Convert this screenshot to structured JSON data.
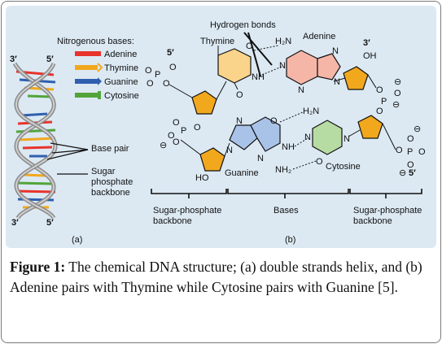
{
  "panel_a": {
    "legend_title": "Nitrogenous bases:",
    "legend": [
      {
        "name": "Adenine",
        "color": "#e8342c"
      },
      {
        "name": "Thymine",
        "color": "#f2a81d"
      },
      {
        "name": "Guanine",
        "color": "#2f5fae"
      },
      {
        "name": "Cytosine",
        "color": "#52a43a"
      }
    ],
    "label_base_pair": "Base pair",
    "label_backbone_1": "Sugar",
    "label_backbone_2": "phosphate",
    "label_backbone_3": "backbone",
    "end_top_left": "3′",
    "end_top_right": "5′",
    "end_bottom_left": "3′",
    "end_bottom_right": "5′",
    "sub": "(a)"
  },
  "panel_b": {
    "hydrogen_bonds": "Hydrogen bonds",
    "thymine": "Thymine",
    "adenine": "Adenine",
    "guanine": "Guanine",
    "cytosine": "Cytosine",
    "end_5_top": "5′",
    "end_3_top": "3′",
    "end_5_bottom": "5′",
    "h2n": "H₂N",
    "nh": "NH",
    "nh2": "NH₂",
    "oh": "OH",
    "ho": "HO",
    "o": "O",
    "n": "N",
    "p": "P",
    "minus": "⊖",
    "brace_left_1": "Sugar-phosphate",
    "brace_left_2": "backbone",
    "brace_mid": "Bases",
    "brace_right_1": "Sugar-phosphate",
    "brace_right_2": "backbone",
    "sub": "(b)"
  },
  "colors": {
    "panel_bg": "#dce9f3",
    "thymine_fill": "#f9d48a",
    "adenine_fill": "#f5b6a8",
    "guanine_fill": "#a9c3e8",
    "cytosine_fill": "#b6dca4",
    "sugar_fill": "#f2a81d"
  },
  "caption": {
    "label": "Figure 1:",
    "text": " The chemical DNA structure; (a) double strands helix, and (b) Adenine pairs with Thymine while Cytosine pairs with Guanine [5]."
  }
}
